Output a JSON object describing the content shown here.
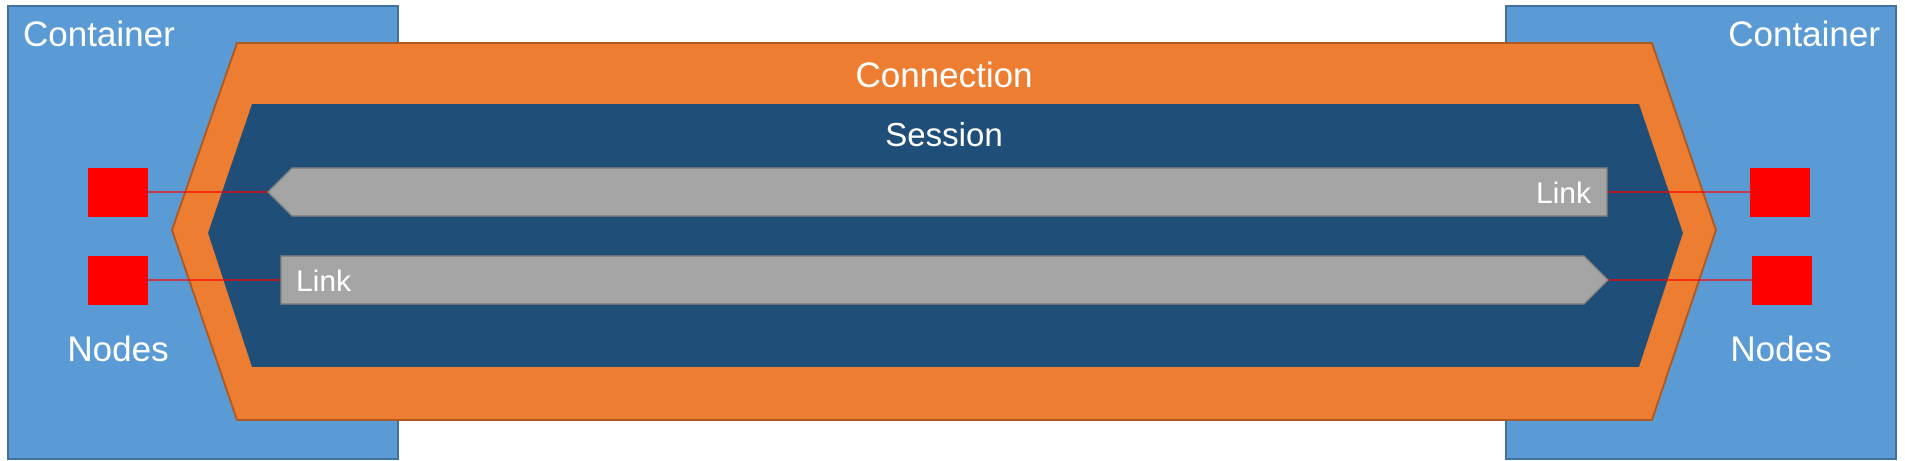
{
  "diagram": {
    "left_container": {
      "label": "Container",
      "nodes_label": "Nodes"
    },
    "right_container": {
      "label": "Container",
      "nodes_label": "Nodes"
    },
    "connection": {
      "label": "Connection"
    },
    "session": {
      "label": "Session"
    },
    "links": [
      {
        "label": "Link",
        "direction": "right-to-left"
      },
      {
        "label": "Link",
        "direction": "left-to-right"
      }
    ],
    "colors": {
      "container_fill": "#5B9BD5",
      "container_stroke": "#41719C",
      "connection_fill": "#ED7D31",
      "connection_stroke": "#AE5A21",
      "session_fill": "#1F4E79",
      "link_fill": "#A5A5A5",
      "link_stroke": "#7F7F7F",
      "node_fill": "#FF0000",
      "wire": "#FF0000"
    }
  }
}
